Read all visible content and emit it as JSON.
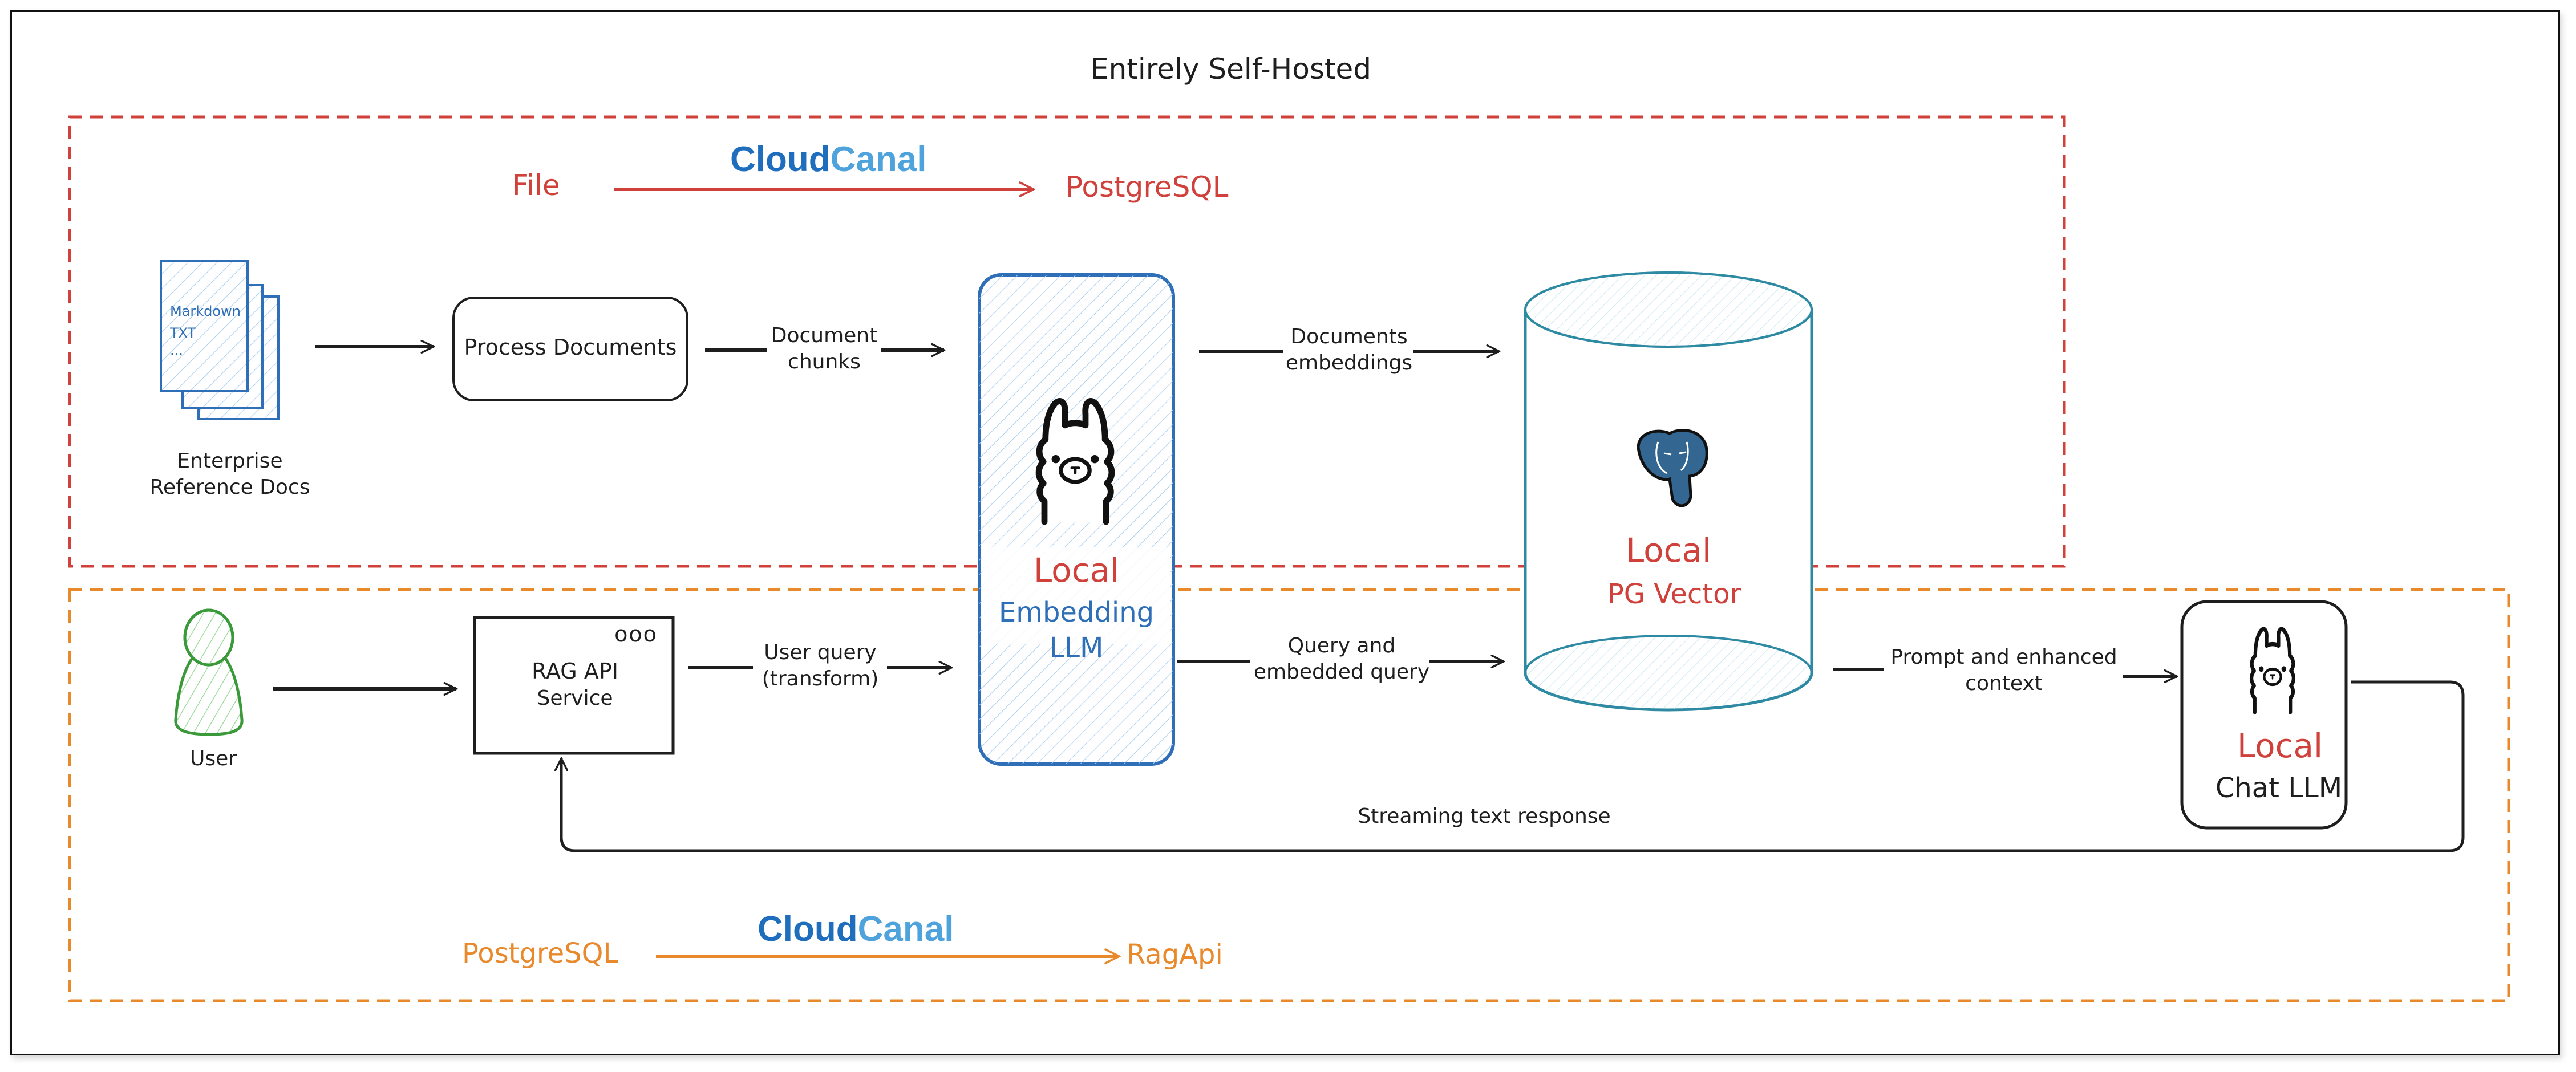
{
  "title": "Entirely Self-Hosted",
  "colors": {
    "red": "#d0413b",
    "orange": "#e8892c",
    "blue": "#2f6fb7",
    "teal": "#2e8aa3",
    "green": "#3a9a3a",
    "ink": "#1e1e1e",
    "cloudcanal_dark": "#1f6ebd",
    "cloudcanal_light": "#4fa3dc",
    "pg_blue": "#336791"
  },
  "ingestion_section": {
    "sync_source": "File",
    "sync_tool": {
      "part1": "Cloud",
      "part2": "Canal"
    },
    "sync_target": "PostgreSQL",
    "docs_stack": {
      "lines": [
        "Markdown",
        "TXT",
        "..."
      ],
      "label_lines": [
        "Enterprise",
        "Reference Docs"
      ]
    },
    "process_box": "Process Documents",
    "edge_chunks": [
      "Document",
      "chunks"
    ],
    "edge_embeddings": [
      "Documents",
      "embeddings"
    ]
  },
  "embedding_llm": {
    "line1": "Local",
    "line2": "Embedding",
    "line3": "LLM",
    "icon": "llama-icon"
  },
  "vector_db": {
    "line1": "Local",
    "line2": "PG Vector",
    "icon": "postgresql-elephant-icon"
  },
  "query_section": {
    "user_label": "User",
    "rag_api": {
      "line1": "RAG API",
      "line2": "Service",
      "dots": "ooo"
    },
    "edge_user_query": [
      "User query",
      "(transform)"
    ],
    "edge_query_embedded": [
      "Query and",
      "embedded query"
    ],
    "edge_prompt": [
      "Prompt and enhanced",
      "context"
    ],
    "edge_stream": "Streaming text response",
    "sync_source": "PostgreSQL",
    "sync_tool": {
      "part1": "Cloud",
      "part2": "Canal"
    },
    "sync_target": "RagApi"
  },
  "chat_llm": {
    "line1": "Local",
    "line2": "Chat LLM",
    "icon": "llama-icon"
  }
}
